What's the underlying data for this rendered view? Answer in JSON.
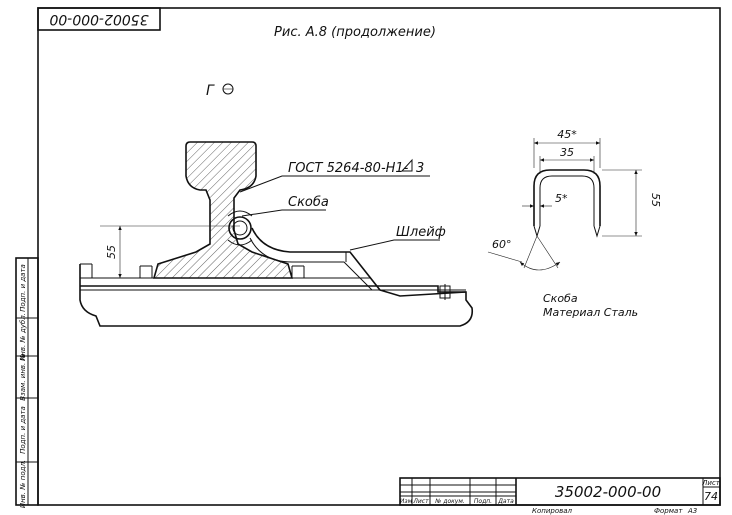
{
  "stamp": {
    "code_rotated": "35002-000-00"
  },
  "figure": {
    "caption": "Рис. А.8 (продолжение)"
  },
  "view": {
    "label": "Г"
  },
  "callouts": {
    "weld": "ГОСТ 5264-80-Н1-",
    "weld_leg": "3",
    "bracket": "Скоба",
    "cable": "Шлейф"
  },
  "dims": {
    "rail_height": "55",
    "top_outer": "45*",
    "top_inner": "35",
    "leg_gap": "5*",
    "leg_height": "55",
    "tip_angle": "60°"
  },
  "part_note": {
    "name": "Скоба",
    "material": "Материал Сталь"
  },
  "side_strip": [
    "Инв. № подл.",
    "Подп. и дата",
    "Взам. инв. №",
    "Инв. № дубл.",
    "Подп. и дата"
  ],
  "title_block": {
    "headers": [
      "Изм",
      "Лист",
      "№ докум.",
      "Подп.",
      "Дата"
    ],
    "designation": "35002-000-00",
    "sheet_label": "Лист",
    "sheet_number": "74",
    "copied": "Копировал",
    "format_label": "Формат",
    "format_value": "А3"
  }
}
